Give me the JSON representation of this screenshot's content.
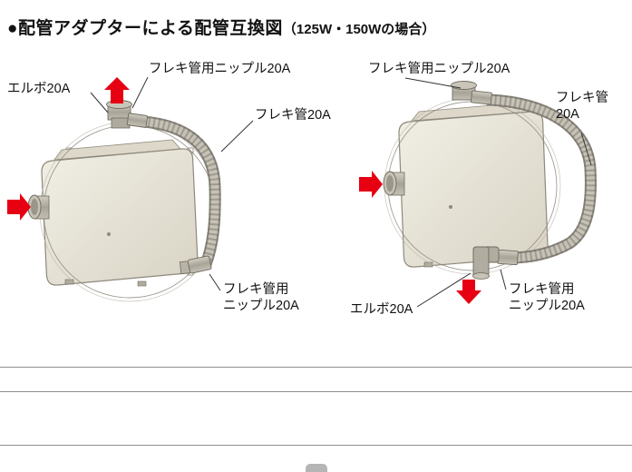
{
  "header": {
    "title": "●配管アダプターによる配管互換図",
    "note": "（125W・150Wの場合）"
  },
  "diagram_left": {
    "labels": {
      "elbow": "エルボ20A",
      "nipple_top": "フレキ管用ニップル20A",
      "flex_pipe": "フレキ管20A",
      "nipple_bottom_line1": "フレキ管用",
      "nipple_bottom_line2": "ニップル20A"
    }
  },
  "diagram_right": {
    "labels": {
      "nipple_top": "フレキ管用ニップル20A",
      "flex_pipe_line1": "フレキ管",
      "flex_pipe_line2": "20A",
      "elbow": "エルボ20A",
      "nipple_bottom_line1": "フレキ管用",
      "nipple_bottom_line2": "ニップル20A"
    }
  },
  "icons": {
    "flow_arrow_up": "▲",
    "flow_arrow_right": "▶",
    "flow_arrow_down": "▼"
  },
  "colors": {
    "accent_red": "#e60012",
    "body_beige": "#e7e3d7",
    "pipe_gray": "#a9a59a",
    "line_dark": "#333333"
  }
}
